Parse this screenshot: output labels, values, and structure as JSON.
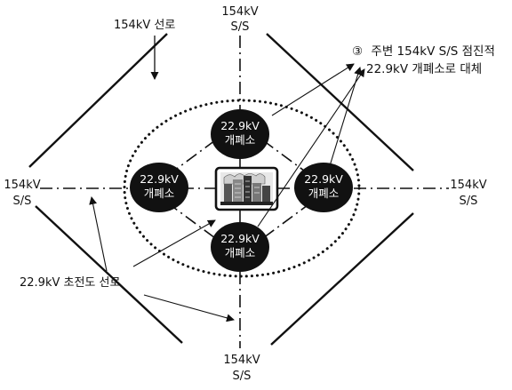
{
  "line_label": "154kV 선로",
  "substations": {
    "top": [
      "154kV",
      "S/S"
    ],
    "left": [
      "154kV",
      "S/S"
    ],
    "right": [
      "154kV",
      "S/S"
    ],
    "bottom": [
      "154kV",
      "S/S"
    ]
  },
  "switching_station": [
    "22.9kV",
    "개폐소"
  ],
  "annotation": {
    "marker": "③",
    "line1": "주변 154kV S/S 점진적",
    "line2": "22.9kV 개폐소로 대체"
  },
  "ehv_line_label": "22.9kV 초전도 선로",
  "colors": {
    "line": "#111111",
    "node_fill": "#111111",
    "node_text": "#ffffff"
  }
}
